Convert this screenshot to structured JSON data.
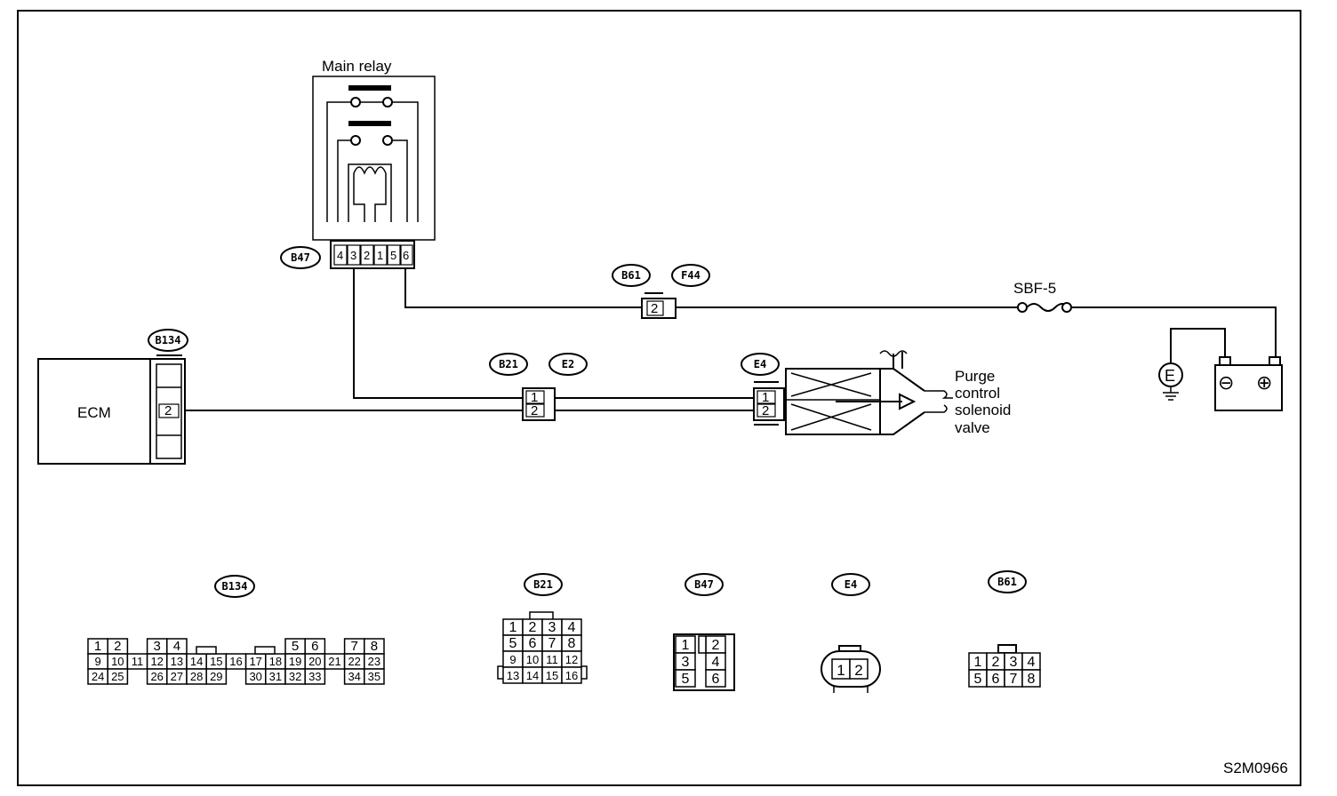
{
  "diagram": {
    "code": "S2M0966",
    "main_relay": {
      "label": "Main relay",
      "pins": [
        "4",
        "3",
        "2",
        "1",
        "5",
        "6"
      ]
    },
    "ecm": {
      "label": "ECM",
      "pin": "2"
    },
    "valve_label": [
      "Purge",
      "control",
      "solenoid",
      "valve"
    ],
    "fuse_label": "SBF-5",
    "ground_symbol": "E",
    "battery": {
      "neg": "⊖",
      "pos": "⊕"
    },
    "tags": {
      "b47": "B47",
      "b61": "B61",
      "f44": "F44",
      "b134": "B134",
      "b21": "B21",
      "e2": "E2",
      "e4": "E4"
    },
    "inline_connectors": {
      "b61_f44_pin": "2",
      "b21_e2_pins": [
        "1",
        "2"
      ],
      "e4_pins": [
        "1",
        "2"
      ]
    }
  },
  "connector_views": [
    {
      "tag": "B134",
      "rows": [
        [
          "1",
          "2",
          "3",
          "4",
          "5",
          "6",
          "7",
          "8"
        ],
        [
          "9",
          "10",
          "11",
          "12",
          "13",
          "14",
          "15",
          "16",
          "17",
          "18",
          "19",
          "20",
          "21",
          "22",
          "23"
        ],
        [
          "24",
          "25",
          "26",
          "27",
          "28",
          "29",
          "30",
          "31",
          "32",
          "33",
          "34",
          "35"
        ]
      ]
    },
    {
      "tag": "B21",
      "rows": [
        [
          "1",
          "2",
          "3",
          "4"
        ],
        [
          "5",
          "6",
          "7",
          "8"
        ],
        [
          "9",
          "10",
          "11",
          "12"
        ],
        [
          "13",
          "14",
          "15",
          "16"
        ]
      ]
    },
    {
      "tag": "B47",
      "rows": [
        [
          "1",
          "2"
        ],
        [
          "3",
          "4"
        ],
        [
          "5",
          "6"
        ]
      ]
    },
    {
      "tag": "E4",
      "rows": [
        [
          "1",
          "2"
        ]
      ]
    },
    {
      "tag": "B61",
      "rows": [
        [
          "1",
          "2",
          "3",
          "4"
        ],
        [
          "5",
          "6",
          "7",
          "8"
        ]
      ]
    }
  ]
}
